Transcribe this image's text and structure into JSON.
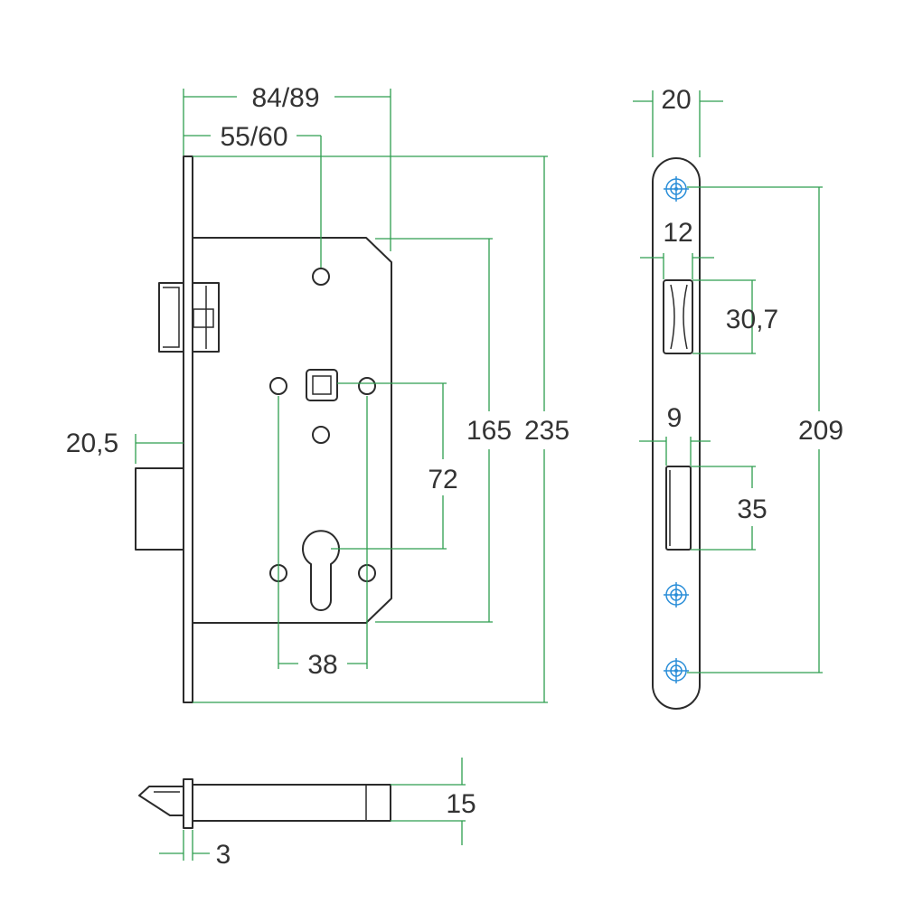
{
  "colors": {
    "outline": "#2b2b2b",
    "dimension_lines": "#2e9e4f",
    "screw_marks": "#2a8ed8",
    "text": "#333333"
  },
  "dimensions": {
    "backset_range": "84/89",
    "backset": "55/60",
    "case_height": "165",
    "faceplate_length": "235",
    "handle_to_cylinder": "72",
    "latch_projection": "20,5",
    "fixing_hole_spacing": "38",
    "faceplate_width": "20",
    "latch_opening_width": "12",
    "latch_opening_height": "30,7",
    "bolt_opening_width": "9",
    "bolt_opening_height": "35",
    "screw_spacing": "209",
    "case_thickness": "15",
    "faceplate_thickness": "3"
  },
  "icons": {
    "screw_hole": "screw-hole-icon"
  }
}
